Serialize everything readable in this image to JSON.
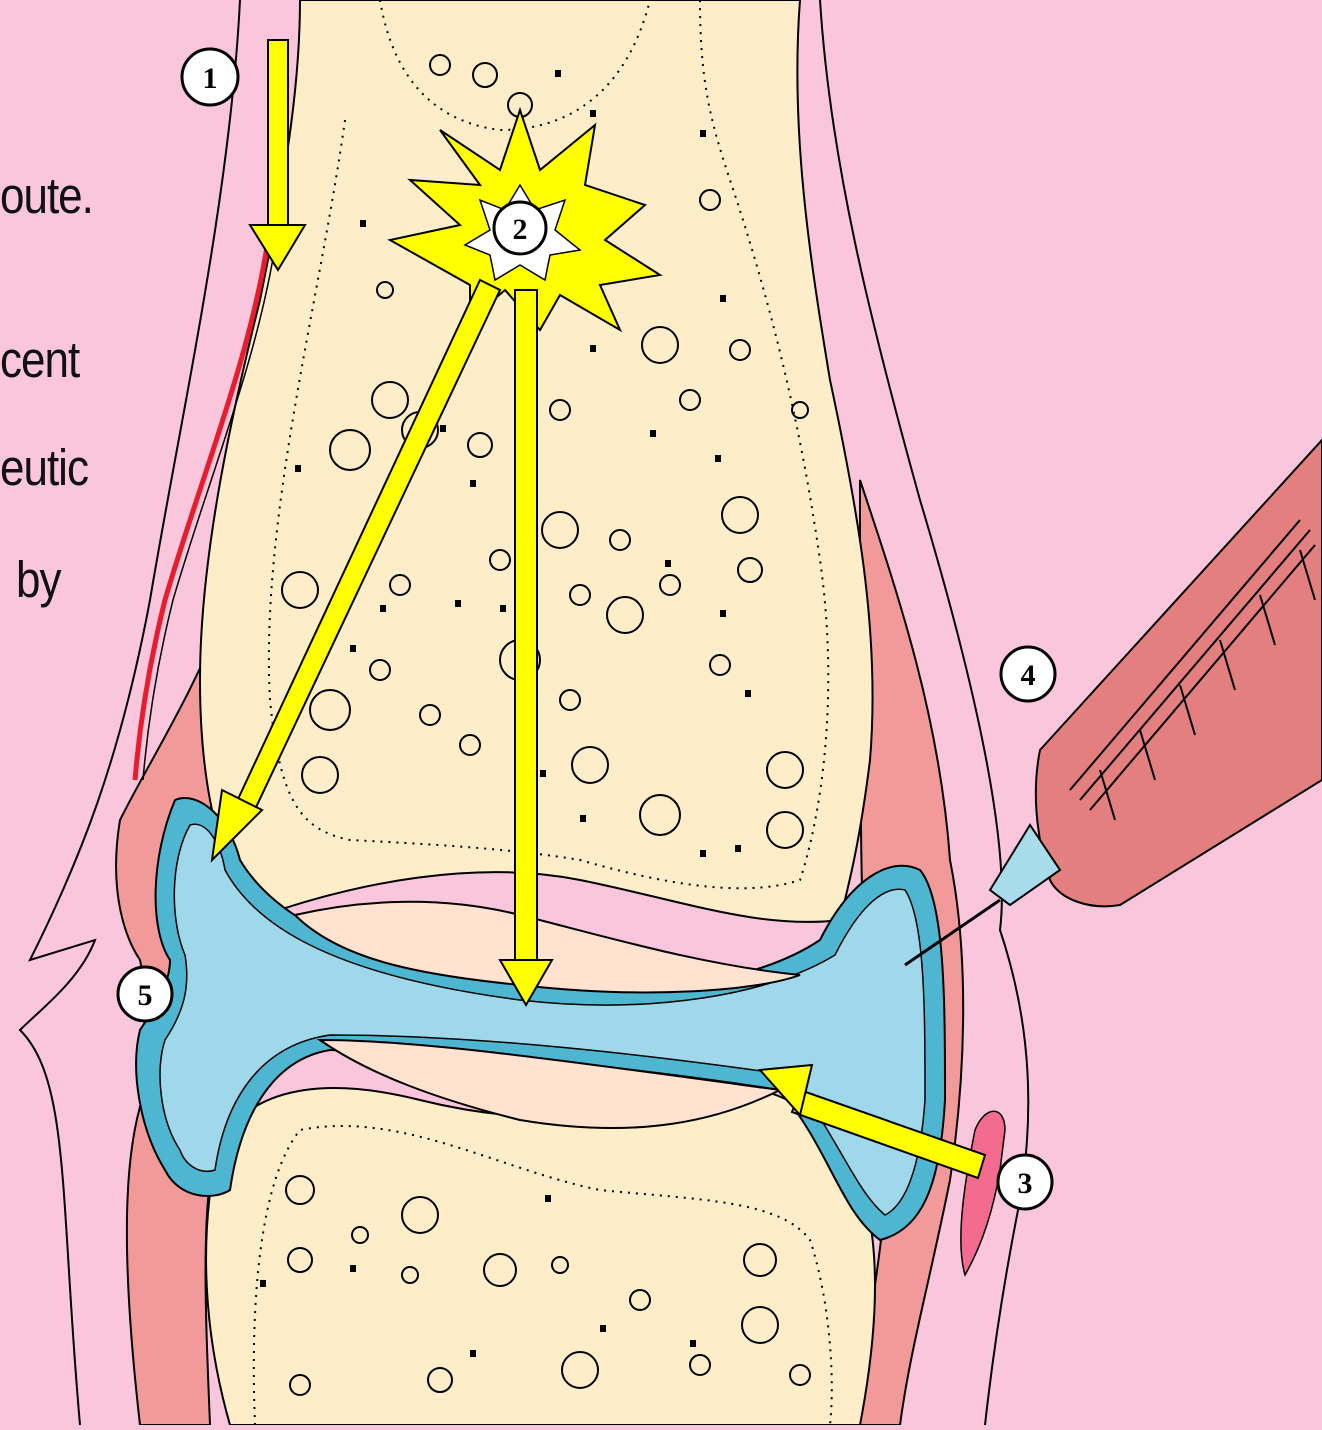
{
  "side_text": {
    "line1": "oute.",
    "line2": "cent",
    "line3": "eutic",
    "line4": "by"
  },
  "callouts": [
    {
      "label": "1"
    },
    {
      "label": "2"
    },
    {
      "label": "3"
    },
    {
      "label": "4"
    },
    {
      "label": "5"
    }
  ],
  "colors": {
    "background": "#f9c6dc",
    "bone": "#fdedc8",
    "synovial_fluid": "#9fd8ea",
    "membrane": "#4fb6d2",
    "capsule_red": "#f29a9a",
    "cartilage": "#ffe2cf",
    "arrow": "#ffff00",
    "syringe": "#e37f7f",
    "lesion": "#f36b8f"
  }
}
